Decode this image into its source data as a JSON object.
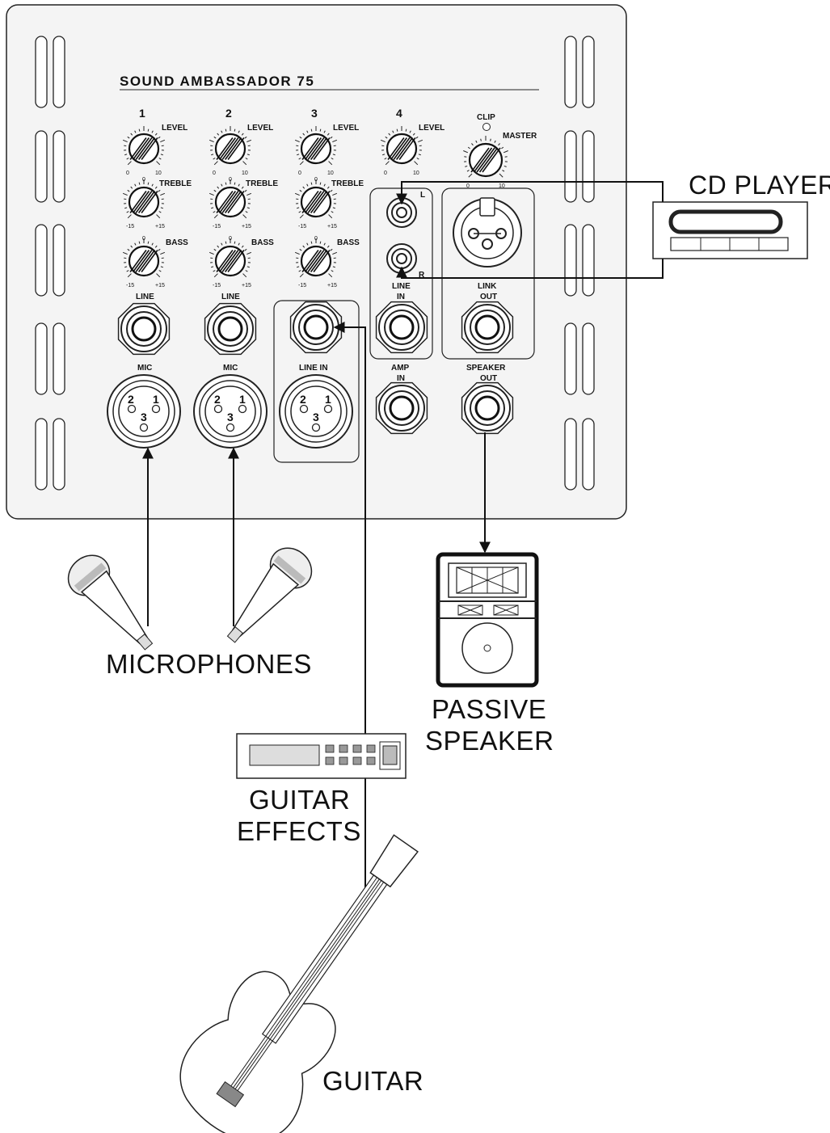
{
  "panel": {
    "title": "SOUND AMBASSADOR 75",
    "channels": [
      {
        "number": "1",
        "level": "LEVEL",
        "treble": "TREBLE",
        "bass": "BASS",
        "line_label": "LINE",
        "mic_label": "MIC"
      },
      {
        "number": "2",
        "level": "LEVEL",
        "treble": "TREBLE",
        "bass": "BASS",
        "line_label": "LINE",
        "mic_label": "MIC"
      },
      {
        "number": "3",
        "level": "LEVEL",
        "treble": "TREBLE",
        "bass": "BASS",
        "line_label": "LINE IN"
      },
      {
        "number": "4",
        "level": "LEVEL"
      }
    ],
    "master": {
      "clip": "CLIP",
      "label": "MASTER"
    },
    "scale": {
      "level_min": "0",
      "level_max": "10",
      "eq_min": "-15",
      "eq_max": "+15",
      "eq_center": "0"
    },
    "xlr_pins": {
      "p1": "1",
      "p2": "2",
      "p3": "3"
    },
    "line_in_lr": {
      "l": "L",
      "r": "R",
      "label_line": "LINE",
      "label_in": "IN"
    },
    "link_out": {
      "line1": "LINK",
      "line2": "OUT"
    },
    "amp_in": {
      "line1": "AMP",
      "line2": "IN"
    },
    "speaker_out": {
      "line1": "SPEAKER",
      "line2": "OUT"
    }
  },
  "devices": {
    "cd_player": "CD PLAYER",
    "microphones": "MICROPHONES",
    "passive_speaker_line1": "PASSIVE",
    "passive_speaker_line2": "SPEAKER",
    "guitar_effects_line1": "GUITAR",
    "guitar_effects_line2": "EFFECTS",
    "guitar": "GUITAR"
  }
}
